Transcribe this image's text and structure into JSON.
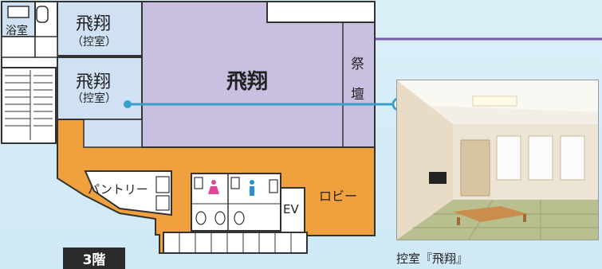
{
  "floor_plan": {
    "bath_label": "浴室",
    "waiting_room_top": {
      "name": "飛翔",
      "sub": "（控室）"
    },
    "waiting_room_bottom": {
      "name": "飛翔",
      "sub": "（控室）"
    },
    "main_hall": "飛翔",
    "altar_line1": "祭",
    "altar_line2": "壇",
    "pantry": "パントリー",
    "lobby": "ロビー",
    "elevator": "EV",
    "floor_label": "3階"
  },
  "photo": {
    "caption": "控室『飛翔』"
  },
  "colors": {
    "main_hall": "#c9bfe0",
    "waiting_rooms": "#cfe1f2",
    "lobby": "#f0a03c",
    "hall_line": "#7a5aa6",
    "room_line": "#3a9fc9",
    "female_icon": "#e0459a",
    "male_icon": "#2a8fd6"
  }
}
